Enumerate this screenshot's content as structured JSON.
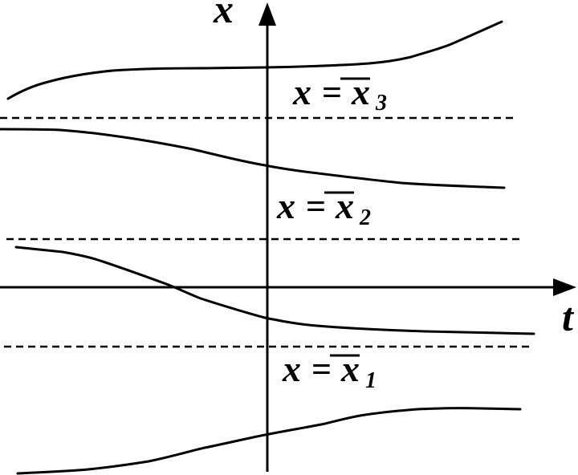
{
  "axes": {
    "vertical_label": "x",
    "horizontal_label": "t"
  },
  "equilibria": [
    {
      "lhs": "x",
      "eq": "=",
      "var": "x",
      "sub": "1"
    },
    {
      "lhs": "x",
      "eq": "=",
      "var": "x",
      "sub": "2"
    },
    {
      "lhs": "x",
      "eq": "=",
      "var": "x",
      "sub": "3"
    }
  ],
  "colors": {
    "stroke": "#000000",
    "background": "#ffffff"
  }
}
